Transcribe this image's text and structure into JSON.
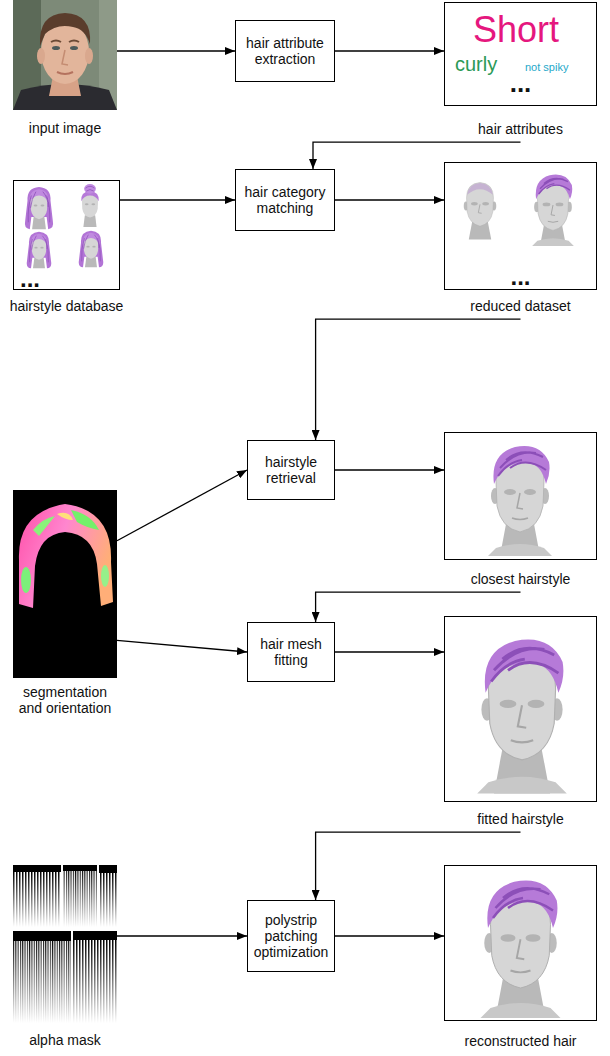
{
  "diagram": {
    "nodes": [
      {
        "text": [
          "input image"
        ]
      },
      {
        "text": [
          "hair attribute extraction"
        ]
      },
      {
        "text": [
          "Short",
          "curly",
          "not spiky",
          "...",
          "hair attributes"
        ]
      },
      {
        "text": [
          "...",
          "hairstyle database"
        ]
      },
      {
        "text": [
          "hair category matching"
        ]
      },
      {
        "text": [
          "...",
          "reduced dataset"
        ]
      },
      {
        "text": [
          "hairstyle retrieval"
        ]
      },
      {
        "text": [
          "closest hairstyle"
        ]
      },
      {
        "text": [
          "segmentation and orientation"
        ]
      },
      {
        "text": [
          "hair mesh fitting"
        ]
      },
      {
        "text": [
          "fitted hairstyle"
        ]
      },
      {
        "text": [
          "alpha mask"
        ]
      },
      {
        "text": [
          "polystrip patching optimization"
        ]
      },
      {
        "text": [
          "reconstructed hair"
        ]
      }
    ],
    "edges": [
      {
        "from": 0,
        "to": 1,
        "arrow": "to"
      },
      {
        "from": 1,
        "to": 2,
        "arrow": "to"
      },
      {
        "from": 2,
        "to": 4,
        "arrow": "to"
      },
      {
        "from": 3,
        "to": 4,
        "arrow": "to"
      },
      {
        "from": 4,
        "to": 5,
        "arrow": "to"
      },
      {
        "from": 5,
        "to": 6,
        "arrow": "to"
      },
      {
        "from": 6,
        "to": 7,
        "arrow": "to"
      },
      {
        "from": 8,
        "to": 6,
        "arrow": "to"
      },
      {
        "from": 7,
        "to": 9,
        "arrow": "to"
      },
      {
        "from": 8,
        "to": 9,
        "arrow": "to"
      },
      {
        "from": 9,
        "to": 10,
        "arrow": "to"
      },
      {
        "from": 10,
        "to": 12,
        "arrow": "to"
      },
      {
        "from": 11,
        "to": 12,
        "arrow": "to"
      },
      {
        "from": 12,
        "to": 13,
        "arrow": "to"
      }
    ]
  }
}
